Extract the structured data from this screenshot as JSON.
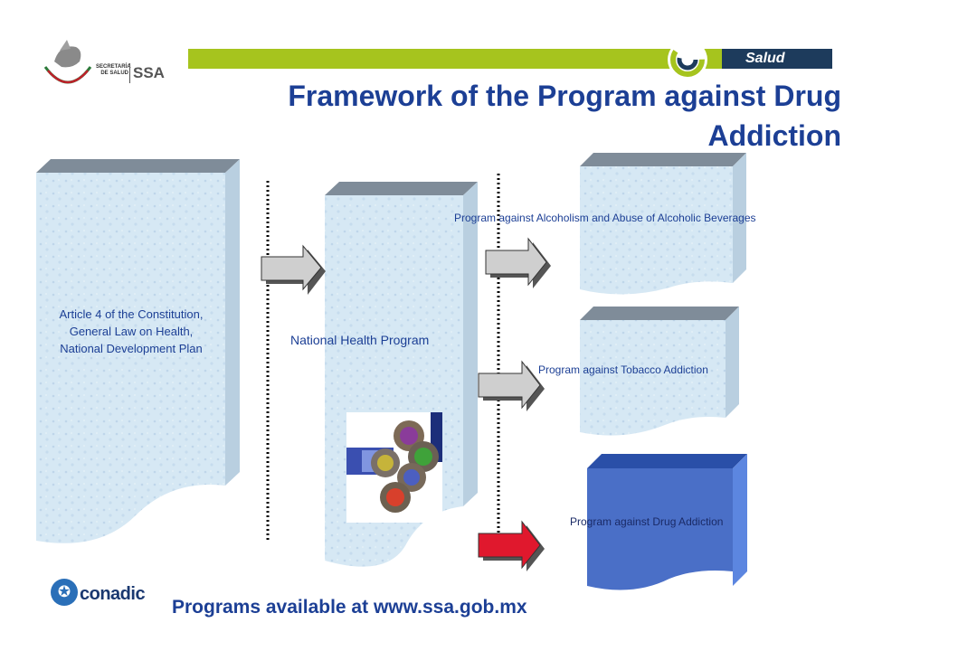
{
  "header": {
    "title": "Framework of the Program against Drug Addiction",
    "brand_label": "Salud",
    "seal_text": "SECRETARÍA DE SALUD",
    "ssa_label": "SSA"
  },
  "columns": {
    "left_label_lines": [
      "Article 4 of the Constitution,",
      "General Law on Health,",
      "National Development Plan"
    ],
    "middle_label": "National Health Program",
    "right_labels": [
      "Program against Alcoholism and Abuse of Alcoholic Beverages",
      "Program against Tobacco Addiction",
      "Program against Drug Addiction"
    ]
  },
  "footer": {
    "text": "Programs available at www.ssa.gob.mx",
    "logo_label": "conadic"
  },
  "colors": {
    "title_blue": "#1c3f95",
    "header_green": "#a6c41e",
    "salud_navy": "#1d3b5c",
    "doc_light": "#d6e8f4",
    "doc_top": "#7f8c99",
    "highlight_blue": "#4a6fc7",
    "arrow_gray": "#c8c8c8",
    "arrow_red": "#e0182d"
  },
  "icons": [
    "mexico-seal-icon",
    "salud-logo-icon",
    "conadic-logo-icon",
    "people-puzzle-icon"
  ]
}
